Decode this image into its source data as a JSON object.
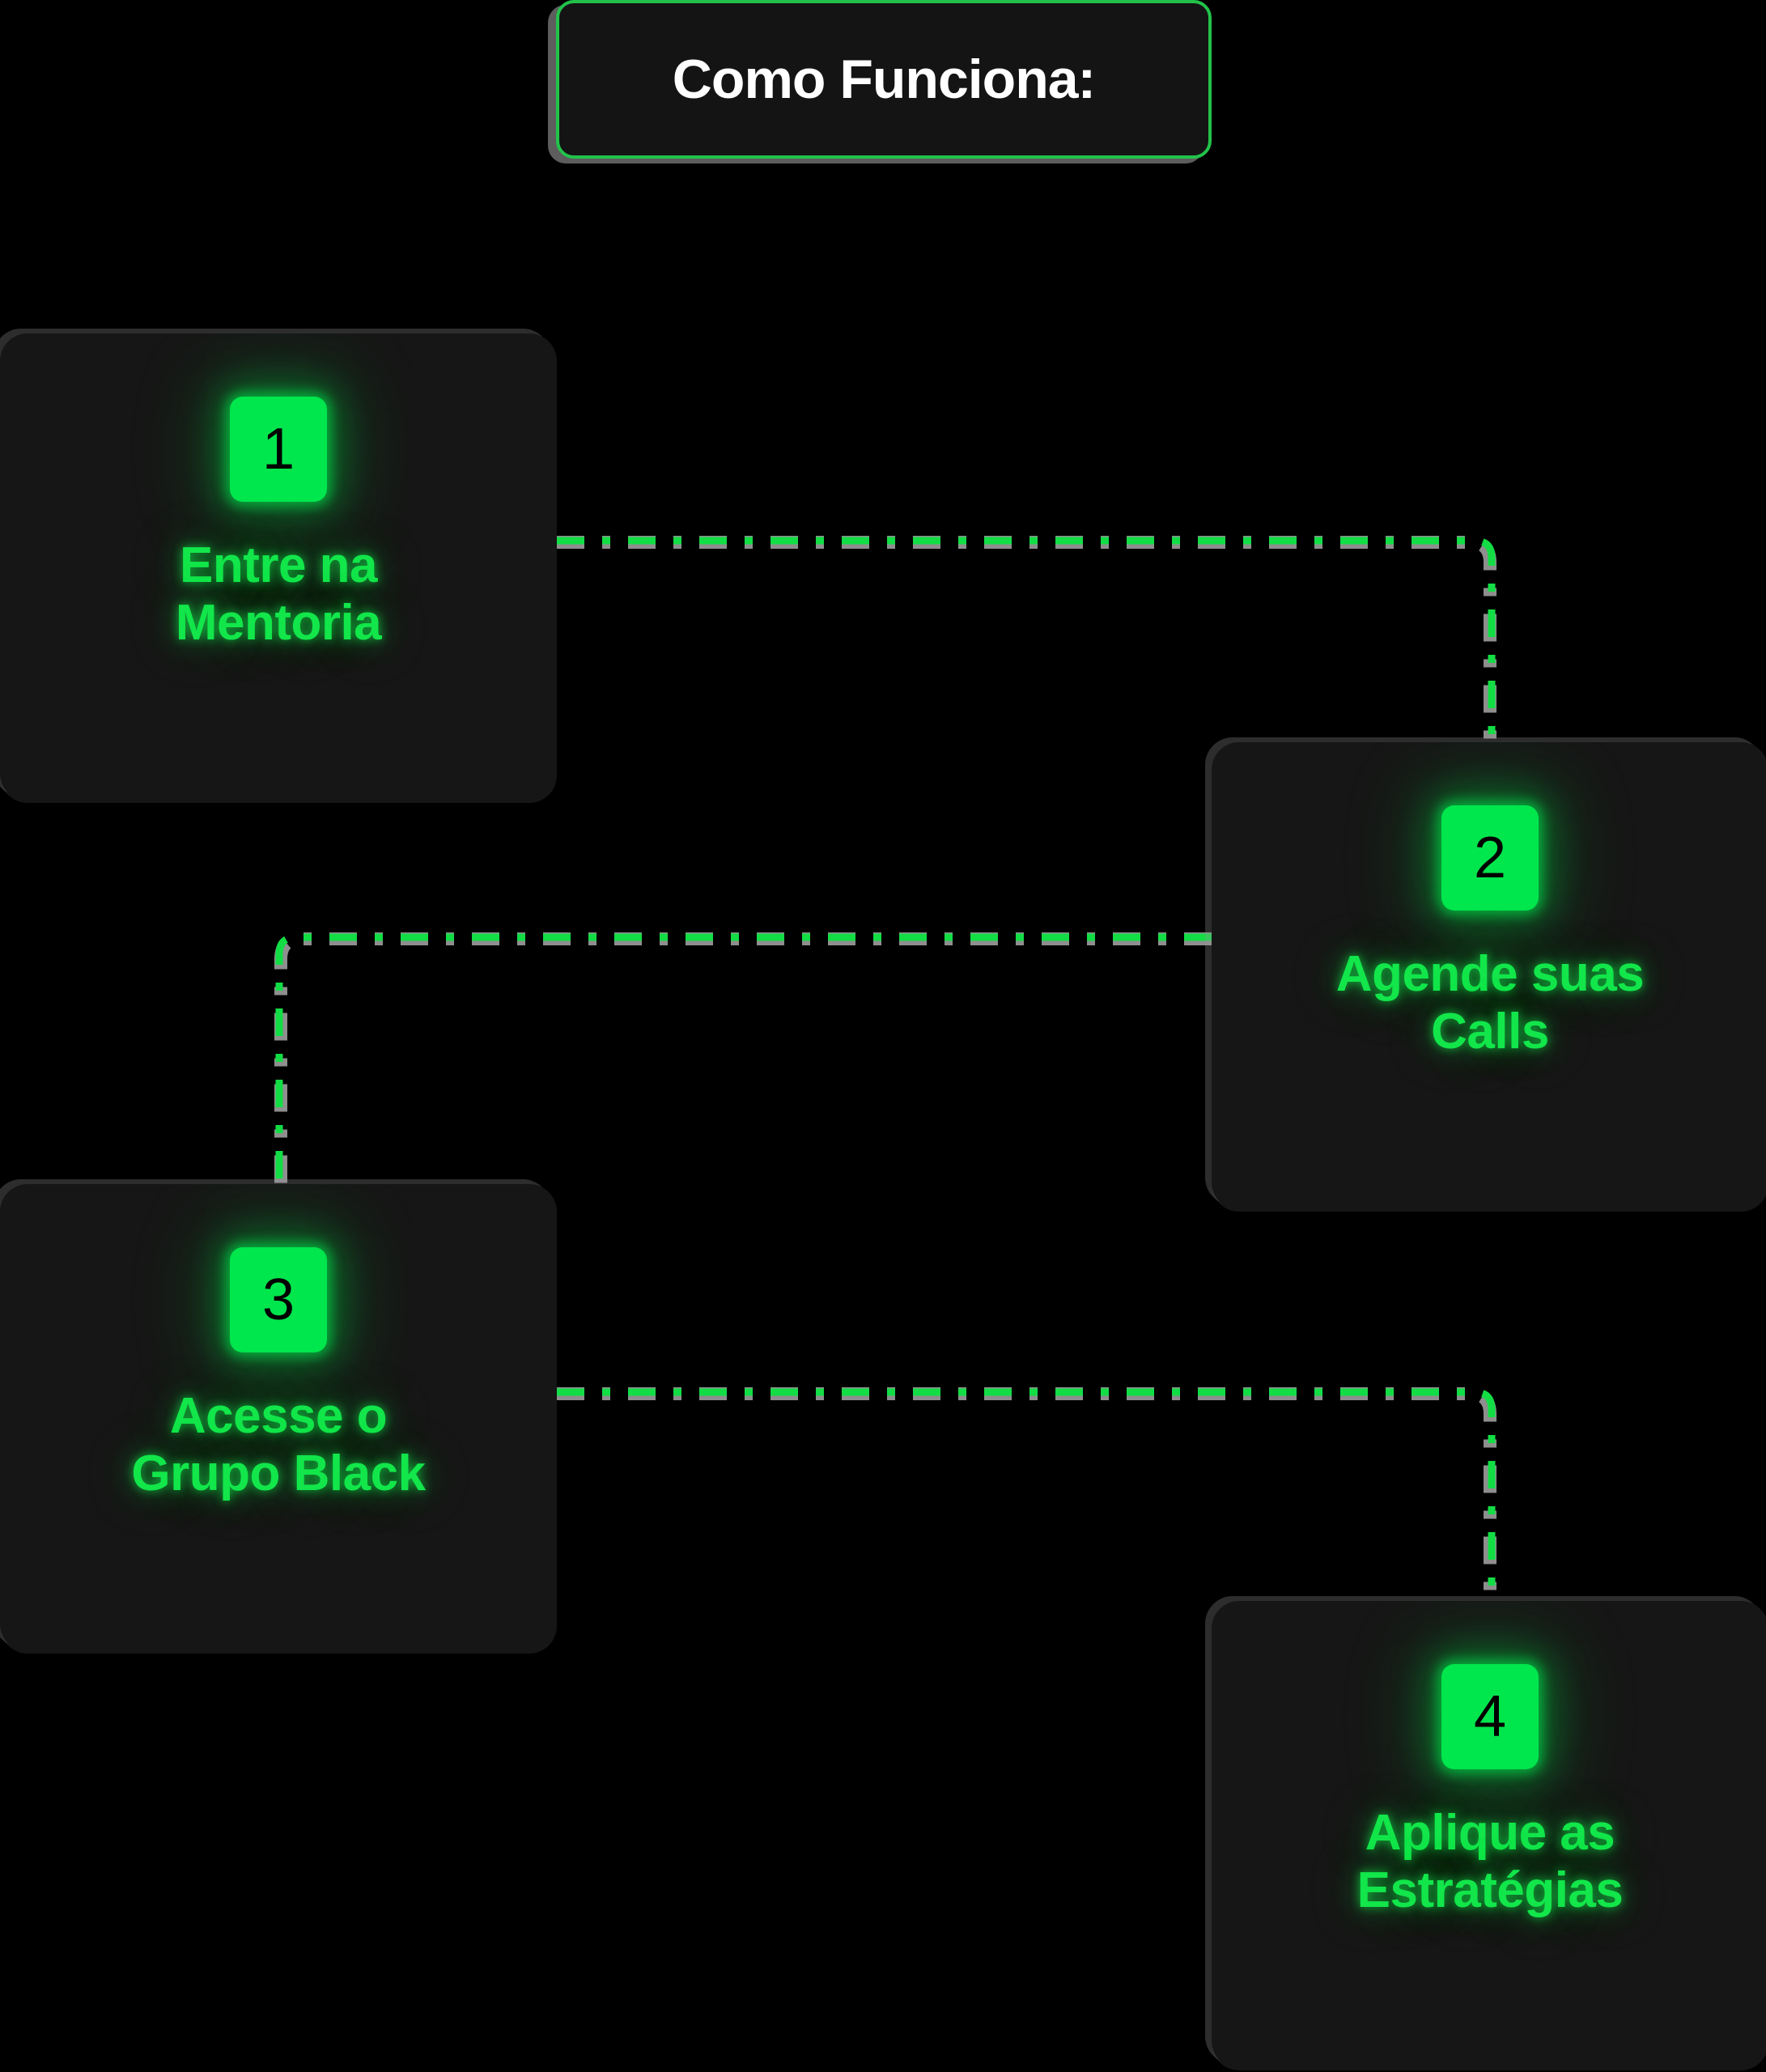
{
  "header": {
    "title": "Como Funciona:",
    "border_color": "#22c24a",
    "text_color": "#ffffff",
    "background": "#141414"
  },
  "theme": {
    "page_background": "#000000",
    "card_background": "#161616",
    "accent_green": "#00e64d",
    "label_green": "#12e64a",
    "connector_green": "#13dd45",
    "connector_shadow": "#8e8e8e"
  },
  "steps": [
    {
      "number": "1",
      "label": "Entre na\nMentoria"
    },
    {
      "number": "2",
      "label": "Agende suas\nCalls"
    },
    {
      "number": "3",
      "label": "Acesse o\nGrupo Black"
    },
    {
      "number": "4",
      "label": "Aplique as\nEstratégias"
    }
  ],
  "connectors": [
    {
      "name": "connector-step1-to-step2"
    },
    {
      "name": "connector-step2-to-step3"
    },
    {
      "name": "connector-step3-to-step4"
    }
  ]
}
